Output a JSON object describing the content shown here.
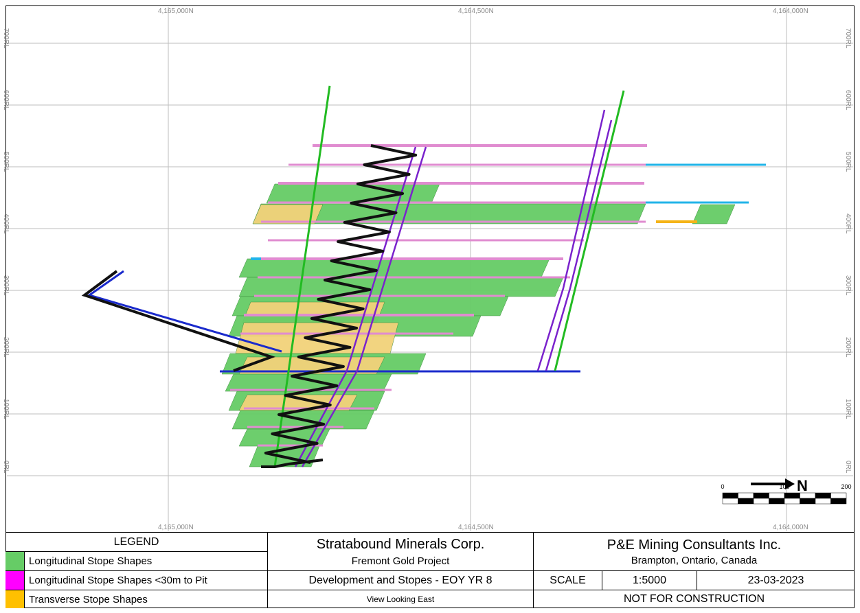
{
  "colors": {
    "grid": "#bdbdbd",
    "stope_green": "#66cc66",
    "stope_pink": "#e08cd0",
    "stope_yellow": "#f2d27a",
    "ramp_black": "#111111",
    "shaft_green": "#22bb22",
    "shaft_purple": "#7a22cc",
    "drift_blue": "#1a2acc",
    "drift_cyan": "#22b4e8",
    "drift_orange": "#f5b418",
    "magenta": "#ff00ff"
  },
  "grid": {
    "northings_top": [
      "4,165,000N",
      "4,164,500N",
      "4,164,000N"
    ],
    "northings_bottom": [
      "4,165,000N",
      "4,164,500N",
      "4,164,000N"
    ],
    "elevations": [
      "700RL",
      "600RL",
      "500RL",
      "400RL",
      "300RL",
      "200RL",
      "100RL",
      "0RL"
    ]
  },
  "north_arrow": {
    "label": "N"
  },
  "scale_bar": {
    "ticks": [
      "0",
      "100",
      "200"
    ]
  },
  "legend": {
    "title": "LEGEND",
    "items": [
      {
        "label": "Longitudinal Stope Shapes",
        "color": "#66cc66"
      },
      {
        "label": "Longitudinal Stope Shapes <30m to Pit",
        "color": "#ff00ff"
      },
      {
        "label": "Transverse Stope Shapes",
        "color": "#ffc000"
      }
    ]
  },
  "title_block": {
    "company": "Stratabound Minerals Corp.",
    "project": "Fremont Gold Project",
    "drawing_title": "Development and Stopes - EOY YR 8",
    "view": "View Looking East",
    "consultant": "P&E Mining Consultants Inc.",
    "location": "Brampton, Ontario, Canada",
    "scale_label": "SCALE",
    "scale_value": "1:5000",
    "date": "23-03-2023",
    "status": "NOT FOR CONSTRUCTION"
  }
}
